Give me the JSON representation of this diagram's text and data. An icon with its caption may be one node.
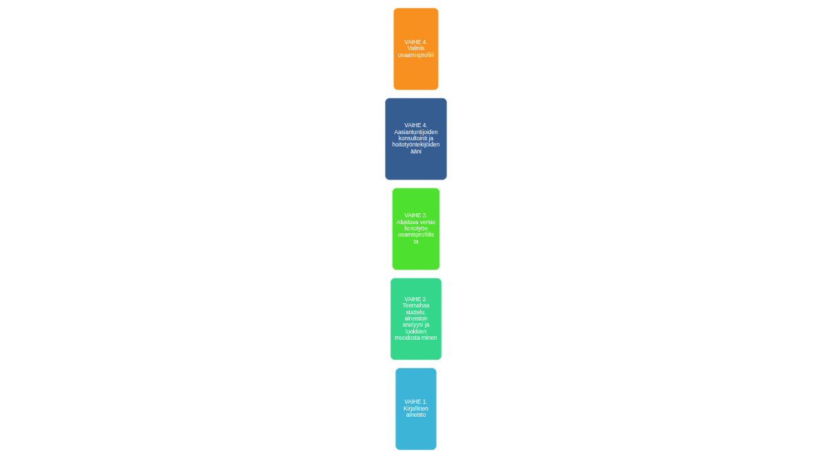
{
  "diagram": {
    "nodes": [
      {
        "text": [
          "VAIHE 1.",
          "Kirjallinen aineisto"
        ]
      },
      {
        "text": [
          "VAIHE 2.",
          "Teemahaa stattelu, aineiston analyysi ja luokkien muodosta minen"
        ]
      },
      {
        "text": [
          "VAIHE 3.",
          "Alustava versio hoitotyön osamisprofiilis ta"
        ]
      },
      {
        "text": [
          "VAIHE 4.",
          "Aasiantuntijoiden konsultointi ja hoitotyöntekijöiden ääni"
        ]
      },
      {
        "text": [
          "VAIHE 4.",
          "Valmis osaamisprofiili"
        ]
      }
    ],
    "edges": []
  }
}
